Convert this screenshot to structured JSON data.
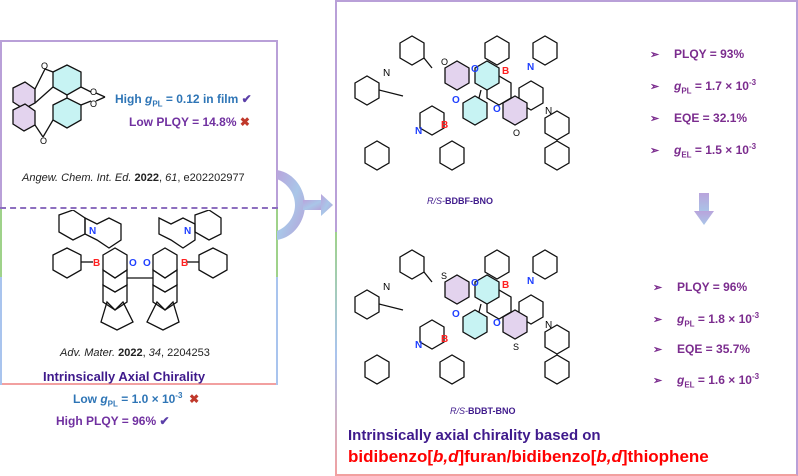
{
  "left_top": {
    "high_gpl_prefix": "High ",
    "high_gpl_symbol": "g",
    "high_gpl_sub": "PL",
    "high_gpl_value": " = 0.12 in film",
    "low_plqy": "Low PLQY = 14.8%",
    "check_icon": "check-icon",
    "cross_icon": "cross-icon",
    "ref_journal": "Angew. Chem. Int. Ed.",
    "ref_year": "2022",
    "ref_volume": "61",
    "ref_article": "e202202977",
    "atom_o": "O"
  },
  "left_bottom": {
    "ref_journal": "Adv. Mater.",
    "ref_year": "2022",
    "ref_volume": "34",
    "ref_article": "2204253",
    "title": "Intrinsically Axial Chirality",
    "low_gpl_prefix": "Low ",
    "low_gpl_symbol": "g",
    "low_gpl_sub": "PL",
    "low_gpl_value": " = 1.0 × 10",
    "low_gpl_exp": "-3",
    "high_plqy": "High PLQY = 96%",
    "atom_n": "N",
    "atom_b": "B",
    "atom_o": "O"
  },
  "right": {
    "molecule1": {
      "prefix": "R/S-",
      "name": "BDBF-BNO",
      "plqy": "PLQY = 93%",
      "gpl_symbol": "g",
      "gpl_sub": "PL",
      "gpl_value": " = 1.7 × 10",
      "gpl_exp": "-3",
      "eqe": "EQE = 32.1%",
      "gel_symbol": "g",
      "gel_sub": "EL",
      "gel_value": " = 1.5 × 10",
      "gel_exp": "-3",
      "heteroatom": "O"
    },
    "molecule2": {
      "prefix": "R/S-",
      "name": "BDBT-BNO",
      "plqy": "PLQY = 96%",
      "gpl_symbol": "g",
      "gpl_sub": "PL",
      "gpl_value": " = 1.8 × 10",
      "gpl_exp": "-3",
      "eqe": "EQE = 35.7%",
      "gel_symbol": "g",
      "gel_sub": "EL",
      "gel_value": " = 1.6 × 10",
      "gel_exp": "-3",
      "heteroatom": "S"
    },
    "atom_n": "N",
    "atom_b": "B",
    "atom_o": "O",
    "bullet_glyph": "➢",
    "conclusion_line1": "Intrinsically axial chirality based on",
    "conclusion_line2_parts": [
      "bidibenzo[",
      "b,d",
      "]furan/bidibenzo[",
      "b,d",
      "]thiophene"
    ]
  },
  "colors": {
    "blue_text": "#2e75b6",
    "purple_text": "#7030a0",
    "dark_purple": "#3f1a8c",
    "red_text": "#ff0000",
    "boron": "#ff2020",
    "nitrogen_oxygen": "#1f3fff",
    "ring_cyan": "#c7f3f3",
    "ring_lilac": "#e3d3ee"
  }
}
